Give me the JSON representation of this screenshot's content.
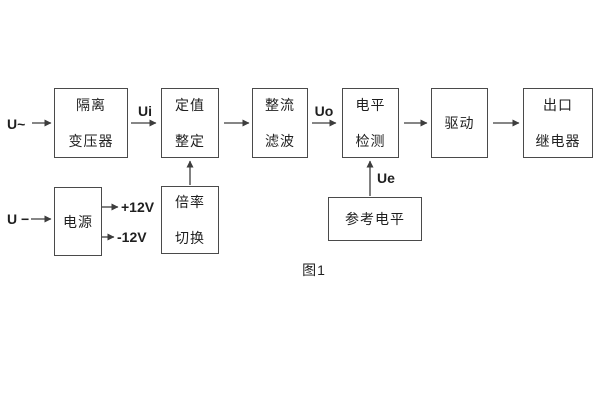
{
  "figure": {
    "caption": "图1"
  },
  "signals": {
    "ac_input": "U~",
    "dc_input": "U −",
    "ui": "Ui",
    "uo": "Uo",
    "ue": "Ue",
    "plus_12v": "+12V",
    "minus_12v": "-12V"
  },
  "blocks": {
    "isolation_transformer": {
      "line1": "隔离",
      "line2": "变压器"
    },
    "setting_adjustment": {
      "line1": "定值",
      "line2": "整定"
    },
    "rectifier_filter": {
      "line1": "整流",
      "line2": "滤波"
    },
    "level_detection": {
      "line1": "电平",
      "line2": "检测"
    },
    "driver": {
      "line1": "驱动"
    },
    "output_relay": {
      "line1": "出口",
      "line2": "继电器"
    },
    "power_supply": {
      "line1": "电源"
    },
    "ratio_switch": {
      "line1": "倍率",
      "line2": "切换"
    },
    "reference_level": {
      "line1": "参考电平"
    }
  },
  "colors": {
    "line": "#3d3d3d",
    "border": "#4a4a4a",
    "text": "#1f1f1f",
    "background": "#ffffff"
  }
}
